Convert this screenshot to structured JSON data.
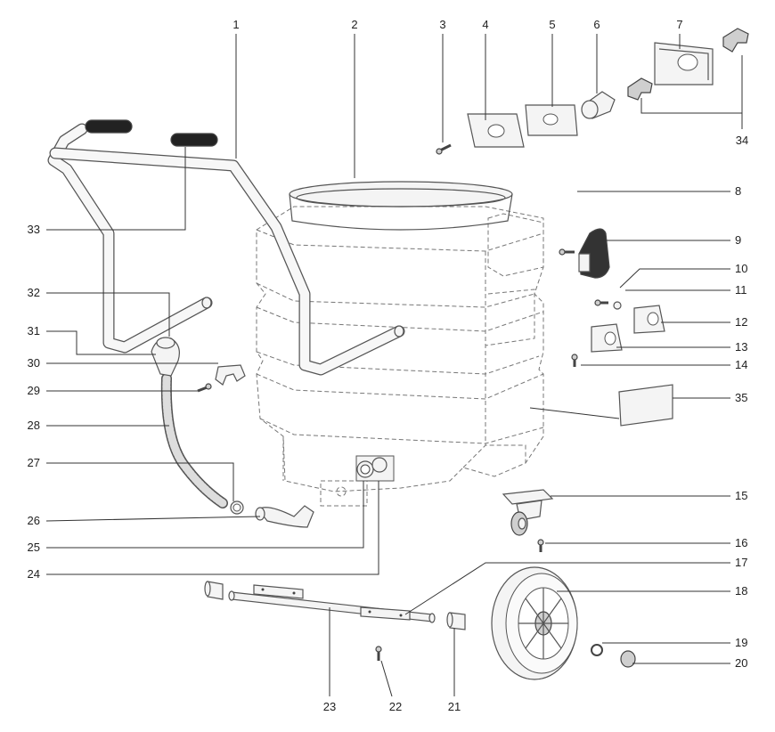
{
  "diagram": {
    "callouts": [
      "1",
      "2",
      "3",
      "4",
      "5",
      "6",
      "7",
      "8",
      "9",
      "10",
      "11",
      "12",
      "13",
      "14",
      "15",
      "16",
      "17",
      "18",
      "19",
      "20",
      "21",
      "22",
      "23",
      "24",
      "25",
      "26",
      "27",
      "28",
      "29",
      "30",
      "31",
      "32",
      "33",
      "34",
      "35"
    ]
  }
}
